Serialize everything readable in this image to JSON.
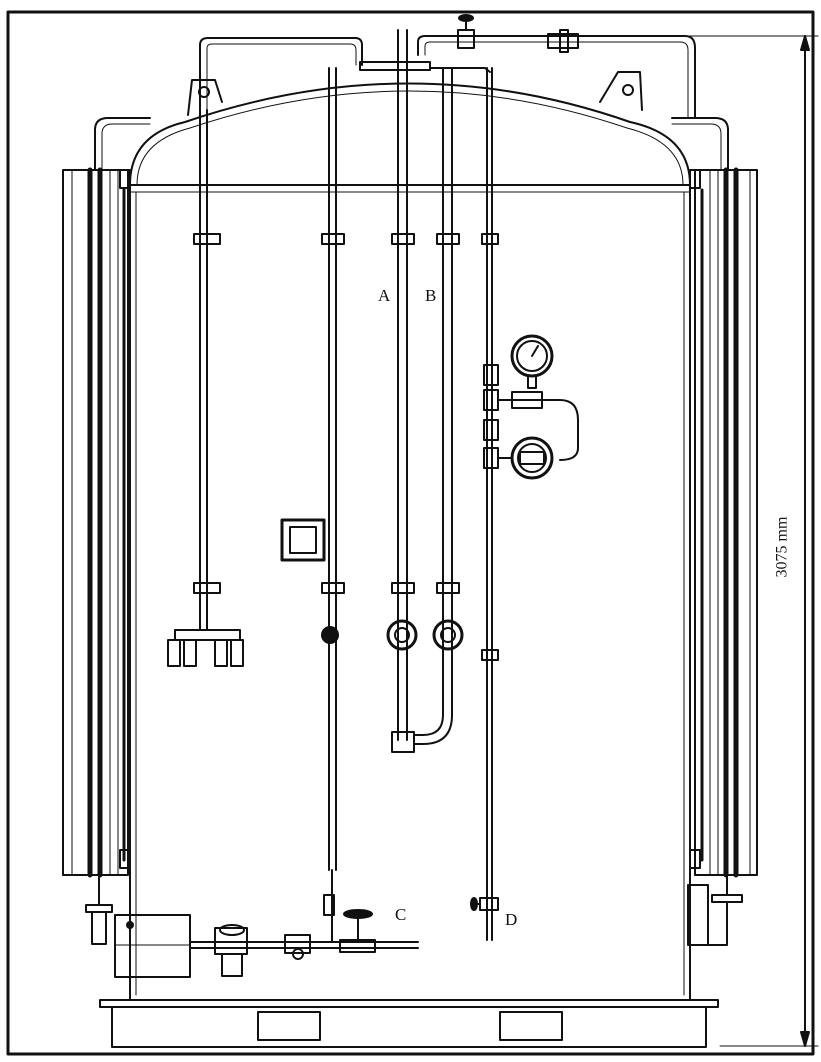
{
  "drawing": {
    "labels": {
      "a": "A",
      "b": "B",
      "c": "C",
      "d": "D"
    },
    "dimension": "3075 mm"
  }
}
